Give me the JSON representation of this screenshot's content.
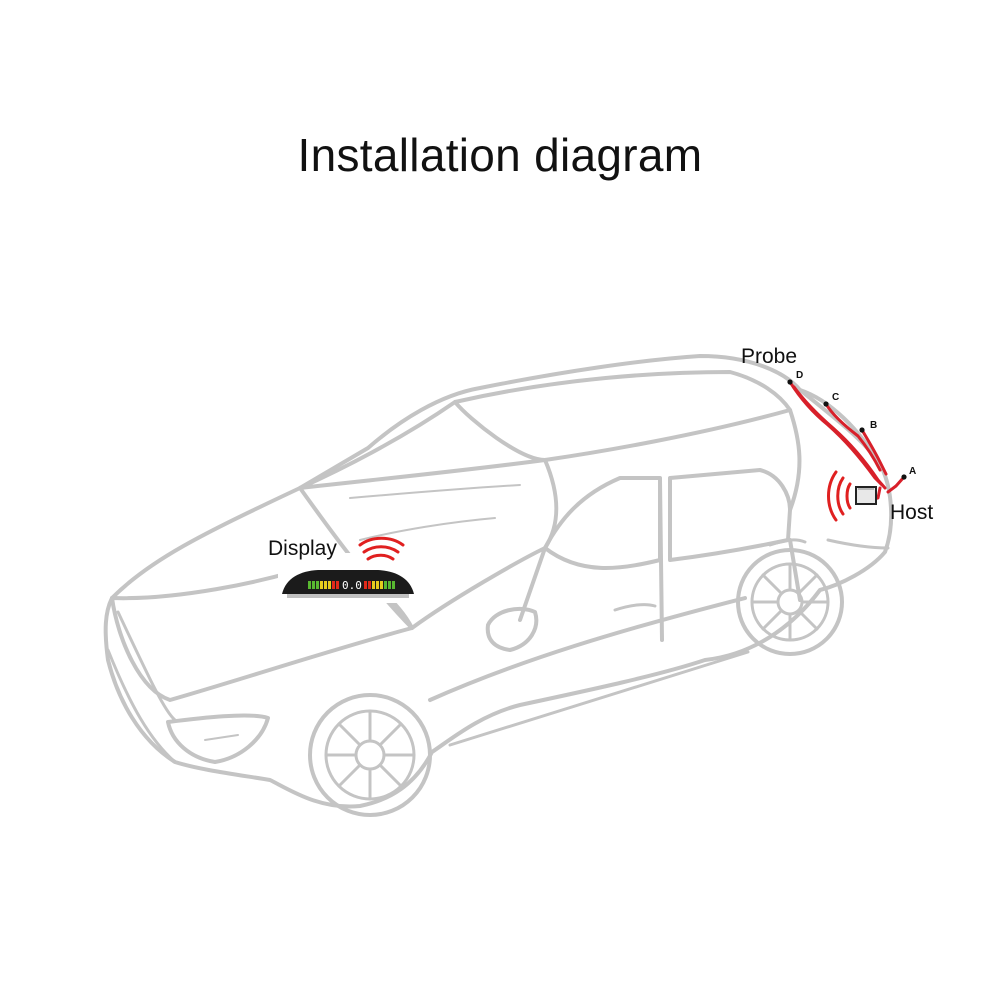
{
  "title": "Installation diagram",
  "labels": {
    "probe": "Probe",
    "host": "Host",
    "display": "Display"
  },
  "probes": [
    "A",
    "B",
    "C",
    "D"
  ],
  "display_readout": "0.0",
  "colors": {
    "car_outline": "#c4c4c4",
    "wire": "#d8202a",
    "signal": "#e02020",
    "display_body": "#1b1b1b",
    "bar_green": "#58b830",
    "bar_yellow": "#e6cc1e",
    "bar_red": "#e02a1a"
  }
}
